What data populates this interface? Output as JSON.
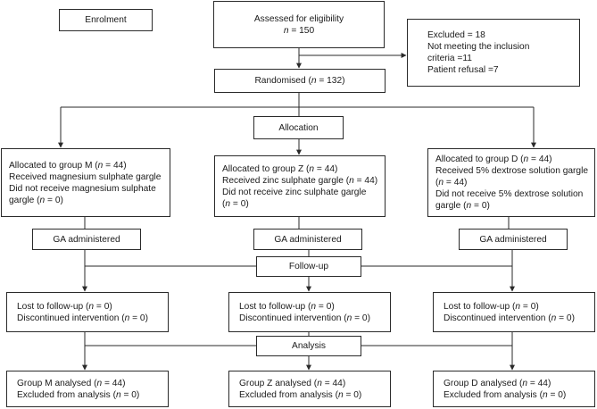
{
  "enrolment": "Enrolment",
  "assessed": {
    "line1": "Assessed for eligibility",
    "n_label": "n",
    "n_value": " = 150"
  },
  "excluded": {
    "line1": "Excluded = 18",
    "line2": "Not meeting the inclusion",
    "line3": "criteria =11",
    "line4": "Patient refusal =7"
  },
  "randomised": {
    "prefix": "Randomised (",
    "n_label": "n",
    "suffix": " = 132)"
  },
  "allocation": "Allocation",
  "groups": [
    {
      "alloc": {
        "a": "Allocated to group M (",
        "n": "n",
        "b": " = 44)"
      },
      "received": {
        "a": "Received magnesium sulphate gargle",
        "b": ""
      },
      "notreceived": {
        "a": "Did not receive magnesium sulphate",
        "b": "gargle (",
        "n": "n",
        "c": " = 0)"
      },
      "ga": "GA administered",
      "lost": {
        "a": "Lost to follow-up (",
        "n": "n",
        "b": " = 0)"
      },
      "disc": {
        "a": "Discontinued intervention (",
        "n": "n",
        "b": " = 0)"
      },
      "analysed": {
        "a": "Group M analysed (",
        "n": "n",
        "b": " = 44)"
      },
      "excluded": {
        "a": "Excluded from analysis (",
        "n": "n",
        "b": " = 0)"
      }
    },
    {
      "alloc": {
        "a": "Allocated to group Z (",
        "n": "n",
        "b": " = 44)"
      },
      "received": {
        "a": "Received zinc sulphate gargle (",
        "n": "n",
        "b": " = 44)"
      },
      "notreceived": {
        "a": "Did not receive zinc sulphate gargle",
        "b": "(",
        "n": "n",
        "c": " = 0)"
      },
      "ga": "GA administered",
      "lost": {
        "a": "Lost to follow-up (",
        "n": "n",
        "b": " = 0)"
      },
      "disc": {
        "a": "Discontinued intervention (",
        "n": "n",
        "b": " = 0)"
      },
      "analysed": {
        "a": "Group Z analysed (",
        "n": "n",
        "b": " = 44)"
      },
      "excluded": {
        "a": "Excluded from analysis (",
        "n": "n",
        "b": " =  0)"
      }
    },
    {
      "alloc": {
        "a": "Allocated to group D (",
        "n": "n",
        "b": " = 44)"
      },
      "received": {
        "a": "Received 5% dextrose solution gargle",
        "b": "(",
        "n": "n",
        "c": " = 44)"
      },
      "notreceived": {
        "a": "Did not receive 5% dextrose solution",
        "b": "gargle (",
        "n": "n",
        "c": " = 0)"
      },
      "ga": "GA administered",
      "lost": {
        "a": "Lost to follow-up (",
        "n": "n",
        "b": " = 0)"
      },
      "disc": {
        "a": "Discontinued intervention (",
        "n": "n",
        "b": " = 0)"
      },
      "analysed": {
        "a": "Group D analysed (",
        "n": "n",
        "b": " =  44)"
      },
      "excluded": {
        "a": "Excluded from analysis (",
        "n": "n",
        "b": " =  0)"
      }
    }
  ],
  "followup": "Follow-up",
  "analysis": "Analysis"
}
